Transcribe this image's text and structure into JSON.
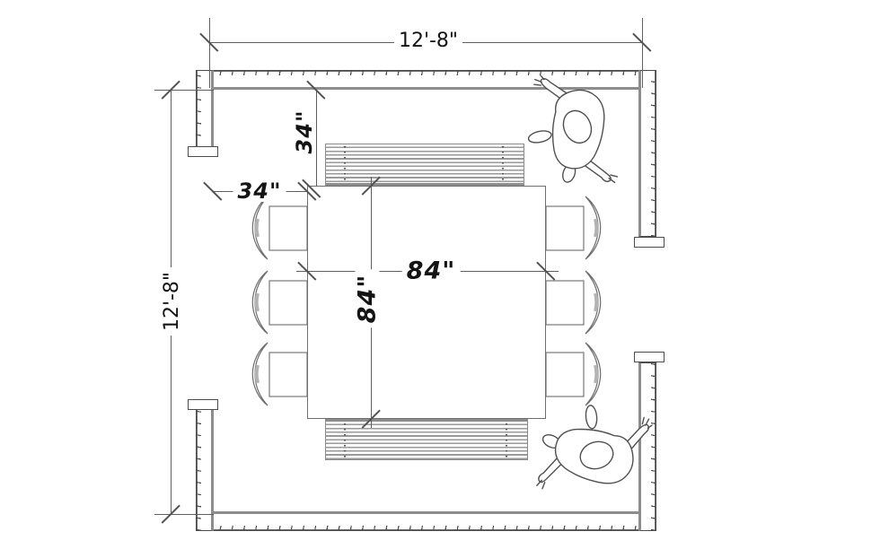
{
  "drawing": {
    "type": "dining-room-floor-plan",
    "view": "top-down plan view"
  },
  "palette": {
    "background": "#ffffff",
    "wall_line": "#4c4c4c",
    "wall_inner_face": "#8d8d8d",
    "furniture_line": "#6f6f6f",
    "dimension_line": "#5f5f5f",
    "text": "#141414"
  },
  "plan": {
    "room": {
      "width": "12'-8\"",
      "depth": "12'-8\""
    },
    "table": {
      "length": "84\"",
      "width": "84\""
    },
    "clearances": {
      "top": "34\"",
      "left": "34\""
    },
    "furniture_counts": {
      "chairs": 6,
      "striped_benches": 2,
      "people_figures": 2
    }
  }
}
